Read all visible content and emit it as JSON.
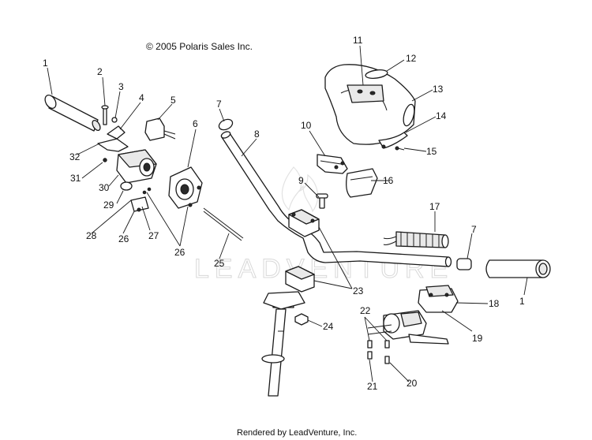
{
  "copyright": "© 2005 Polaris Sales Inc.",
  "footer": "Rendered by LeadVenture, Inc.",
  "watermark": "LEADVENTURE",
  "callouts": {
    "c1a": "1",
    "c1b": "1",
    "c2": "2",
    "c3": "3",
    "c4": "4",
    "c5": "5",
    "c6": "6",
    "c7a": "7",
    "c7b": "7",
    "c8": "8",
    "c9": "9",
    "c10": "10",
    "c11": "11",
    "c12": "12",
    "c13": "13",
    "c14": "14",
    "c15": "15",
    "c16": "16",
    "c17": "17",
    "c18": "18",
    "c19": "19",
    "c20": "20",
    "c21": "21",
    "c22": "22",
    "c23": "23",
    "c24": "24",
    "c25": "25",
    "c26a": "26",
    "c26b": "26",
    "c27": "27",
    "c28": "28",
    "c29": "29",
    "c30": "30",
    "c31": "31",
    "c32": "32"
  }
}
